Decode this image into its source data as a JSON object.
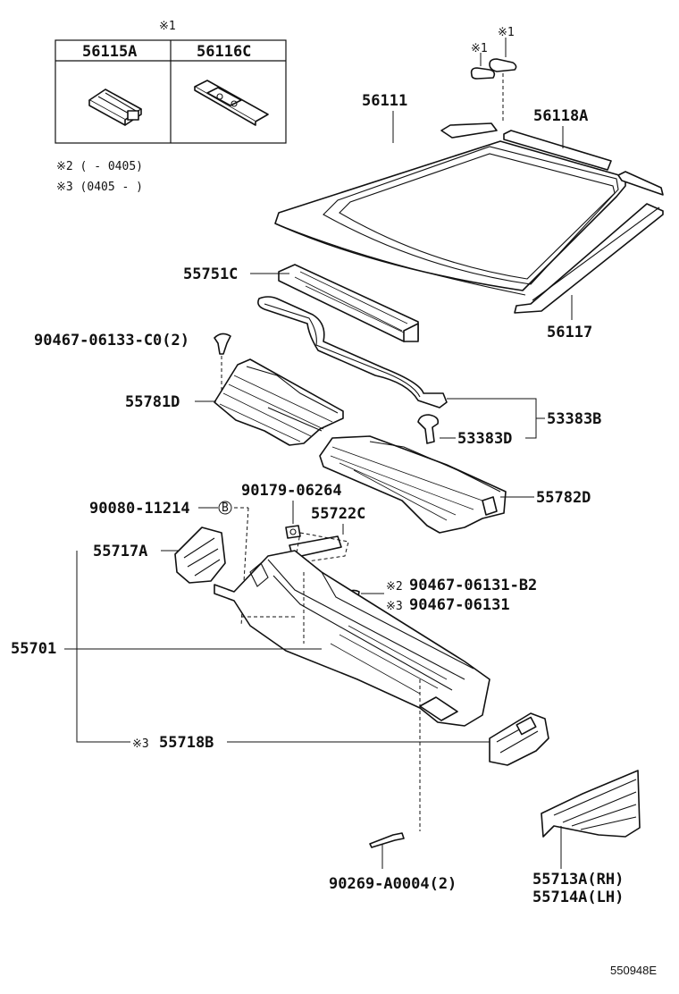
{
  "inset": {
    "mark": "※1",
    "headers": [
      "56115A",
      "56116C"
    ]
  },
  "notes": {
    "note2": "※2 (     - 0405)",
    "note3": "※3 (0405 -      )"
  },
  "clip_marks": {
    "left": "※1",
    "right": "※1"
  },
  "callouts": {
    "p56111": "56111",
    "p56118A": "56118A",
    "p56117": "56117",
    "p55751C": "55751C",
    "p90467_06133": "90467-06133-C0(2)",
    "p55781D": "55781D",
    "p53383B": "53383B",
    "p53383D": "53383D",
    "p55782D": "55782D",
    "p90080": "90080-11214",
    "p90179": "90179-06264",
    "p55722C": "55722C",
    "p55717A": "55717A",
    "p90467_b2_mark": "※2",
    "p90467_b2": "90467-06131-B2",
    "p90467_mark": "※3",
    "p90467": "90467-06131",
    "p55701": "55701",
    "p55718B_mark": "※3",
    "p55718B": "55718B",
    "p90269": "90269-A0004(2)",
    "p55713A": "55713A(RH)",
    "p55714A": "55714A(LH)"
  },
  "marker_b": "B",
  "footer": {
    "code": "550948E"
  }
}
